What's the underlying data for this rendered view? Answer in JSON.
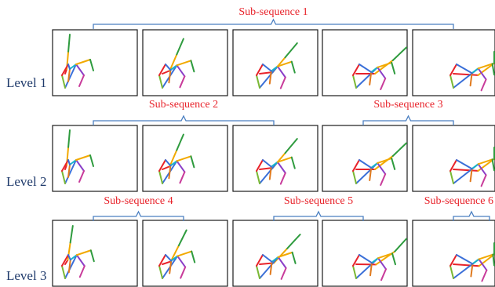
{
  "levels": [
    {
      "label": "Level 1"
    },
    {
      "label": "Level 2"
    },
    {
      "label": "Level 3"
    }
  ],
  "subsequences": [
    {
      "label": "Sub-sequence  1",
      "level": 0,
      "from_frame": 0,
      "to_frame": 4
    },
    {
      "label": "Sub-sequence  2",
      "level": 1,
      "from_frame": 0,
      "to_frame": 2
    },
    {
      "label": "Sub-sequence  3",
      "level": 1,
      "from_frame": 3,
      "to_frame": 4
    },
    {
      "label": "Sub-sequence  4",
      "level": 2,
      "from_frame": 0,
      "to_frame": 1
    },
    {
      "label": "Sub-sequence  5",
      "level": 2,
      "from_frame": 2,
      "to_frame": 3
    },
    {
      "label": "Sub-sequence  6",
      "level": 2,
      "from_frame": 4,
      "to_frame": 4
    }
  ],
  "frames_per_level": 5,
  "colors": {
    "level_label": "#1f3a6b",
    "subsequence_label": "#e8222a",
    "brace": "#4a7fc1",
    "frame_border": "#1a1a1a",
    "bone_palette": [
      "#e8222a",
      "#f2a900",
      "#2e9b3e",
      "#3a6fd8",
      "#8a3fc8",
      "#18b5c9",
      "#e07a1e",
      "#c83b9a",
      "#7ab834"
    ]
  }
}
